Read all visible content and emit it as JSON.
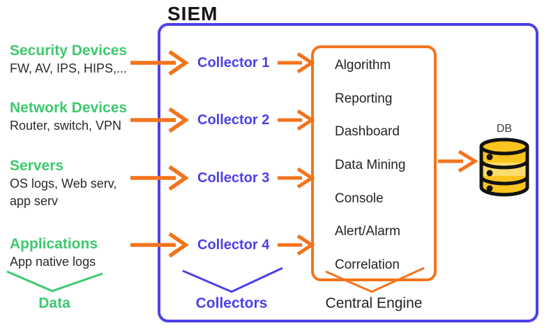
{
  "title": "SIEM",
  "colors": {
    "accent_green": "#3dc96e",
    "accent_blue": "#4c40e8",
    "accent_orange": "#f3731b",
    "db_gold": "#fcc41f",
    "db_gold_light": "#fcdc6e",
    "text_dark": "#242424"
  },
  "icons": {
    "arrow": "orange-right-arrow",
    "brace": "v-chevron-brace",
    "database": "database-cylinder"
  },
  "sources": [
    {
      "label": "Security Devices",
      "sublabel": "FW, AV, IPS, HIPS,..."
    },
    {
      "label": "Network Devices",
      "sublabel": "Router, switch, VPN"
    },
    {
      "label": "Servers",
      "sublabel": "OS logs, Web serv,\napp serv"
    },
    {
      "label": "Applications",
      "sublabel": "App native logs"
    }
  ],
  "sources_group_label": "Data",
  "collectors": {
    "items": [
      "Collector 1",
      "Collector 2",
      "Collector 3",
      "Collector 4"
    ],
    "group_label": "Collectors"
  },
  "central_engine": {
    "items": [
      "Algorithm",
      "Reporting",
      "Dashboard",
      "Data Mining",
      "Console",
      "Alert/Alarm",
      "Correlation"
    ],
    "group_label": "Central Engine"
  },
  "database": {
    "label": "DB"
  }
}
